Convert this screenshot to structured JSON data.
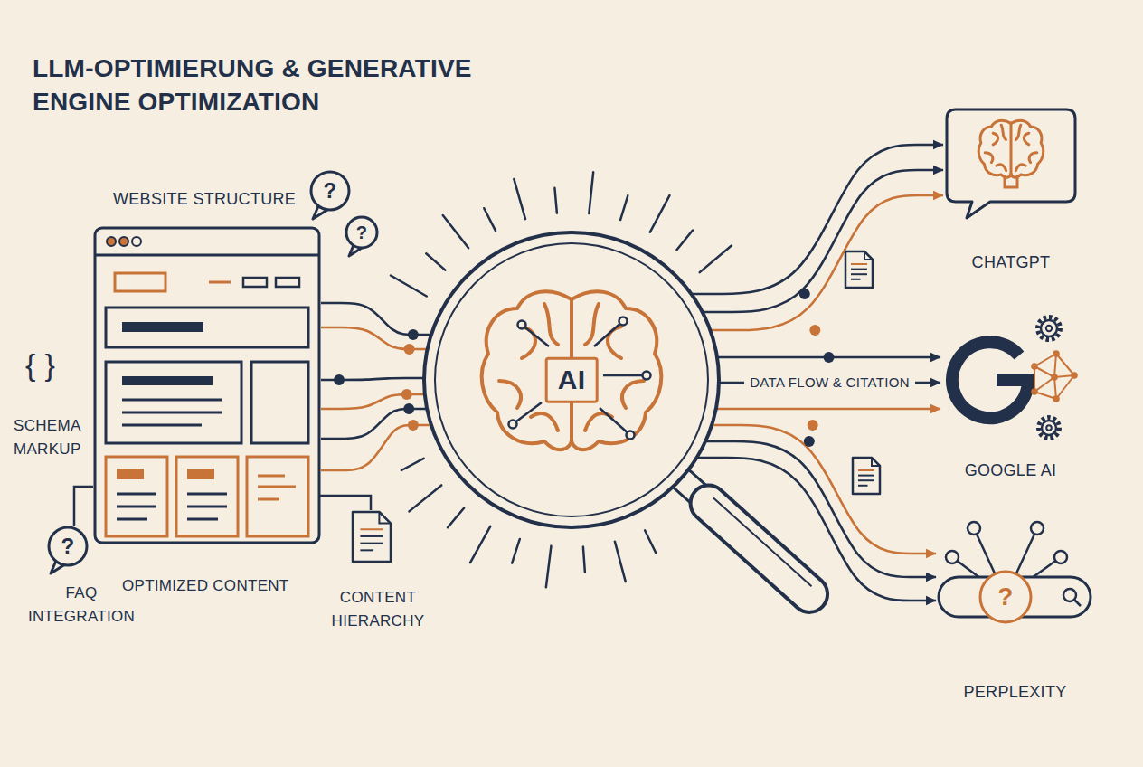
{
  "diagram": {
    "title": "LLM-OPTIMIERUNG & GENERATIVE ENGINE OPTIMIZATION",
    "nodes": [
      {
        "text": [
          "WEBSITE STRUCTURE"
        ]
      },
      {
        "text": [
          "AI"
        ]
      },
      {
        "text": [
          "CHATGPT"
        ]
      },
      {
        "text": [
          "GOOGLE AI"
        ]
      },
      {
        "text": [
          "PERPLEXITY"
        ]
      }
    ],
    "edges": [
      {
        "from": 0,
        "to": 1,
        "arrow": "none"
      },
      {
        "from": 0,
        "to": 1,
        "arrow": "none"
      },
      {
        "from": 0,
        "to": 1,
        "arrow": "none"
      },
      {
        "from": 0,
        "to": 1,
        "arrow": "none"
      },
      {
        "from": 0,
        "to": 1,
        "arrow": "none"
      },
      {
        "from": 0,
        "to": 1,
        "arrow": "none"
      },
      {
        "from": 1,
        "to": 2,
        "arrow": "to"
      },
      {
        "from": 1,
        "to": 2,
        "arrow": "to"
      },
      {
        "from": 1,
        "to": 2,
        "arrow": "to"
      },
      {
        "from": 1,
        "to": 3,
        "arrow": "to"
      },
      {
        "from": 1,
        "to": 3,
        "label": "DATA FLOW & CITATION",
        "arrow": "to"
      },
      {
        "from": 1,
        "to": 3,
        "arrow": "to"
      },
      {
        "from": 1,
        "to": 4,
        "arrow": "to"
      },
      {
        "from": 1,
        "to": 4,
        "arrow": "to"
      },
      {
        "from": 1,
        "to": 4,
        "arrow": "to"
      }
    ],
    "labels": [
      "{ }",
      "SCHEMA MARKUP",
      "?",
      "?",
      "?",
      "FAQ INTEGRATION",
      "OPTIMIZED CONTENT",
      "CONTENT HIERARCHY",
      "?"
    ]
  }
}
